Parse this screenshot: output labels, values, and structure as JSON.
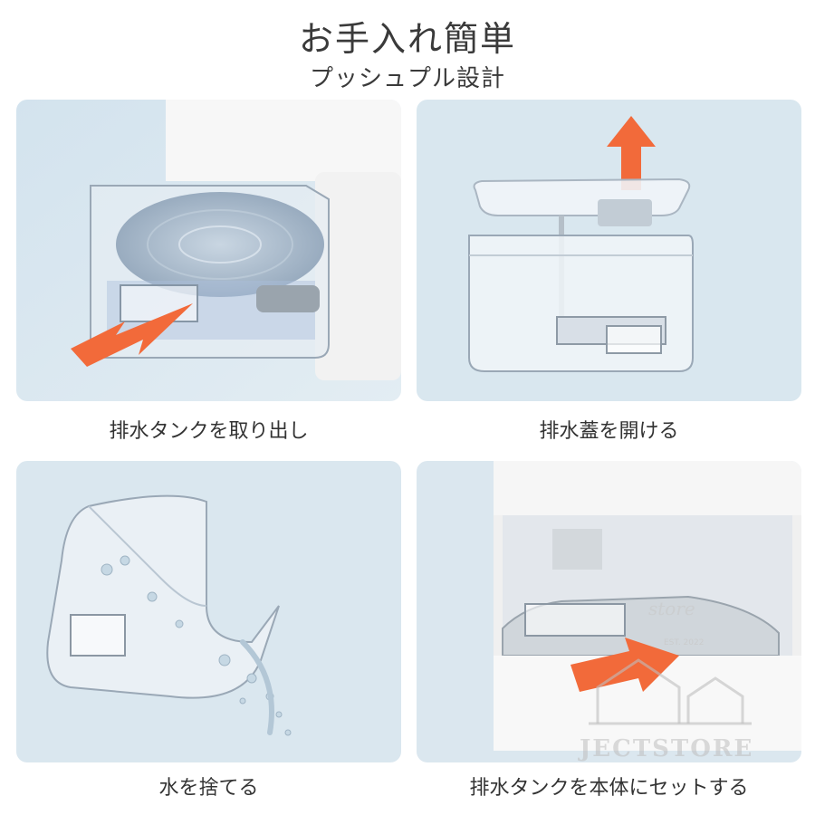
{
  "header": {
    "title": "お手入れ簡単",
    "subtitle": "プッシュプル設計"
  },
  "steps": [
    {
      "caption": "排水タンクを取り出し",
      "arrow_color": "#f26a3a"
    },
    {
      "caption": "排水蓋を開ける",
      "arrow_color": "#f26a3a"
    },
    {
      "caption": "水を捨てる"
    },
    {
      "caption": "排水タンクを本体にセットする",
      "arrow_color": "#f26a3a"
    }
  ],
  "watermark": {
    "brand": "JECTSTORE",
    "script": "store",
    "year": "EST. 2022"
  },
  "colors": {
    "panel_bg": "#dbe8f0",
    "arrow": "#f26a3a",
    "text": "#333333"
  }
}
